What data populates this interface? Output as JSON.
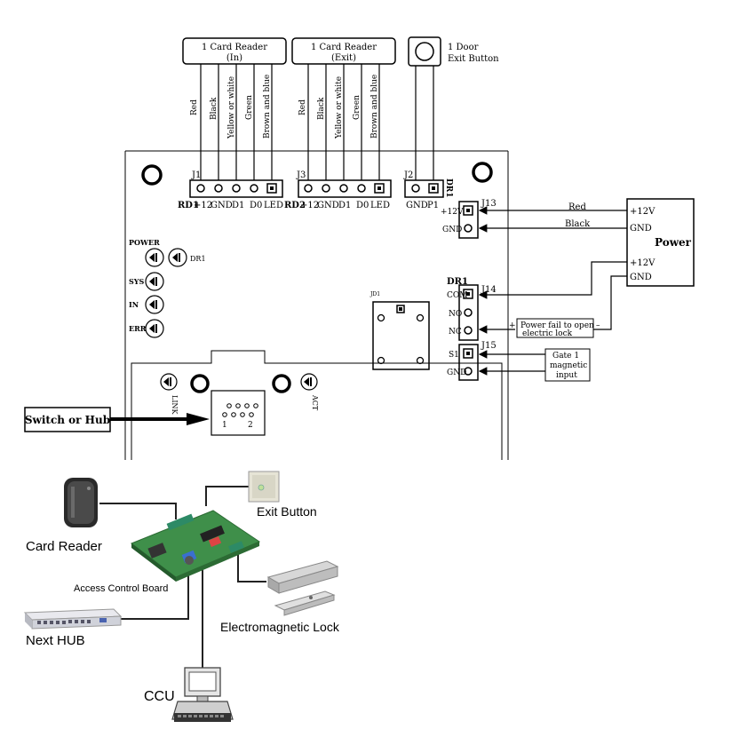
{
  "top_boxes": {
    "reader_in_line1": "1 Card Reader",
    "reader_in_line2": "(In)",
    "reader_exit_line1": "1 Card Reader",
    "reader_exit_line2": "(Exit)",
    "exit_button_line1": "1 Door",
    "exit_button_line2": "Exit Button"
  },
  "wire_colors": [
    "Red",
    "Black",
    "Yellow or white",
    "Green",
    "Brown and blue"
  ],
  "board": {
    "j1": "J1",
    "j2": "J2",
    "j3": "J3",
    "j13": "J13",
    "j14": "J14",
    "j15": "J15",
    "rd1": "RD1",
    "rd2": "RD2",
    "dr1_vertical": "DR1",
    "dr1": "DR1",
    "reader_pins": [
      "+12",
      "GND",
      "D1",
      "D0",
      "LED"
    ],
    "j2_pins": [
      "GND",
      "P1"
    ],
    "j13_pins": [
      "+12V",
      "GND"
    ],
    "j14_pins": [
      "COM",
      "NO",
      "NC"
    ],
    "j15_pins": [
      "S1",
      "GND"
    ],
    "leds": [
      "POWER",
      "SYS",
      "IN",
      "ERR"
    ],
    "led_dr1": "DR1",
    "jd1": "JD1",
    "link": "LINK",
    "act": "ACT",
    "rj_1": "1",
    "rj_2": "2"
  },
  "power": {
    "title": "Power",
    "v1": "+12V",
    "g1": "GND",
    "v2": "+12V",
    "g2": "GND",
    "red": "Red",
    "black": "Black"
  },
  "notes": {
    "power_fail_line1": "Power fail to open",
    "power_fail_line2": "electric lock",
    "plus": "+",
    "minus": "–",
    "gate_line1": "Gate 1",
    "gate_line2": "magnetic",
    "gate_line3": "input"
  },
  "switch_label": "Switch or Hub",
  "system": {
    "card_reader": "Card Reader",
    "exit_button": "Exit Button",
    "board": "Access Control Board",
    "lock": "Electromagnetic Lock",
    "hub": "Next HUB",
    "ccu": "CCU"
  }
}
